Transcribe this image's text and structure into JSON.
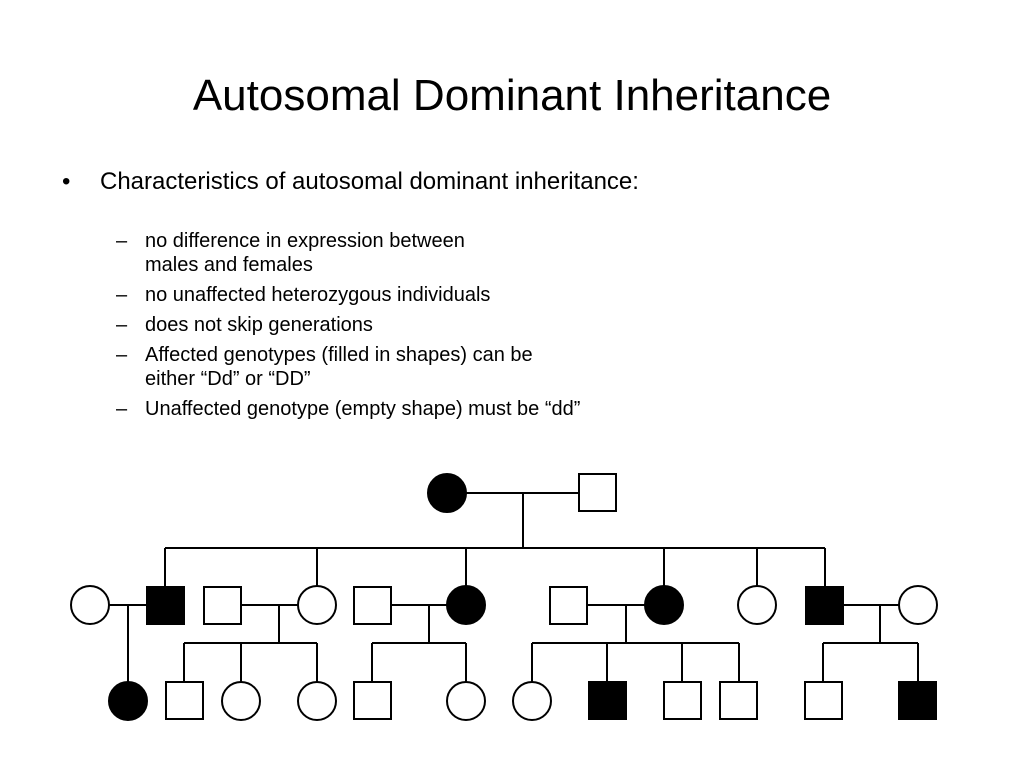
{
  "slide": {
    "title": "Autosomal Dominant Inheritance",
    "bullet": {
      "marker": "•",
      "text": "Characteristics of autosomal dominant inheritance:"
    },
    "sub_marker": "–",
    "sub_bullets": [
      {
        "lines": [
          "no difference in expression between",
          "males and females"
        ]
      },
      {
        "lines": [
          "no unaffected heterozygous individuals"
        ]
      },
      {
        "lines": [
          "does not skip generations"
        ]
      },
      {
        "lines": [
          "Affected genotypes (filled in shapes) can be",
          "either “Dd” or “DD”"
        ]
      },
      {
        "lines": [
          "Unaffected genotype (empty shape) must be “dd”"
        ]
      }
    ]
  },
  "pedigree": {
    "colors": {
      "affected": "#000000",
      "unaffected": "#ffffff"
    },
    "generation_1": [
      {
        "sex": "female",
        "affected": true
      },
      {
        "sex": "male",
        "affected": false
      }
    ],
    "generation_2": [
      {
        "sex": "female",
        "affected": false,
        "married_in": true
      },
      {
        "sex": "male",
        "affected": true
      },
      {
        "sex": "male",
        "affected": false,
        "married_in": true
      },
      {
        "sex": "female",
        "affected": false
      },
      {
        "sex": "male",
        "affected": false,
        "married_in": true
      },
      {
        "sex": "female",
        "affected": true
      },
      {
        "sex": "male",
        "affected": false,
        "married_in": true
      },
      {
        "sex": "female",
        "affected": true
      },
      {
        "sex": "female",
        "affected": false
      },
      {
        "sex": "male",
        "affected": true
      },
      {
        "sex": "female",
        "affected": false,
        "married_in": true
      }
    ],
    "generation_3": [
      {
        "sex": "female",
        "affected": true
      },
      {
        "sex": "male",
        "affected": false
      },
      {
        "sex": "female",
        "affected": false
      },
      {
        "sex": "female",
        "affected": false
      },
      {
        "sex": "male",
        "affected": false
      },
      {
        "sex": "female",
        "affected": false
      },
      {
        "sex": "female",
        "affected": false
      },
      {
        "sex": "male",
        "affected": true
      },
      {
        "sex": "male",
        "affected": false
      },
      {
        "sex": "male",
        "affected": false
      },
      {
        "sex": "male",
        "affected": false
      },
      {
        "sex": "male",
        "affected": true
      }
    ]
  }
}
